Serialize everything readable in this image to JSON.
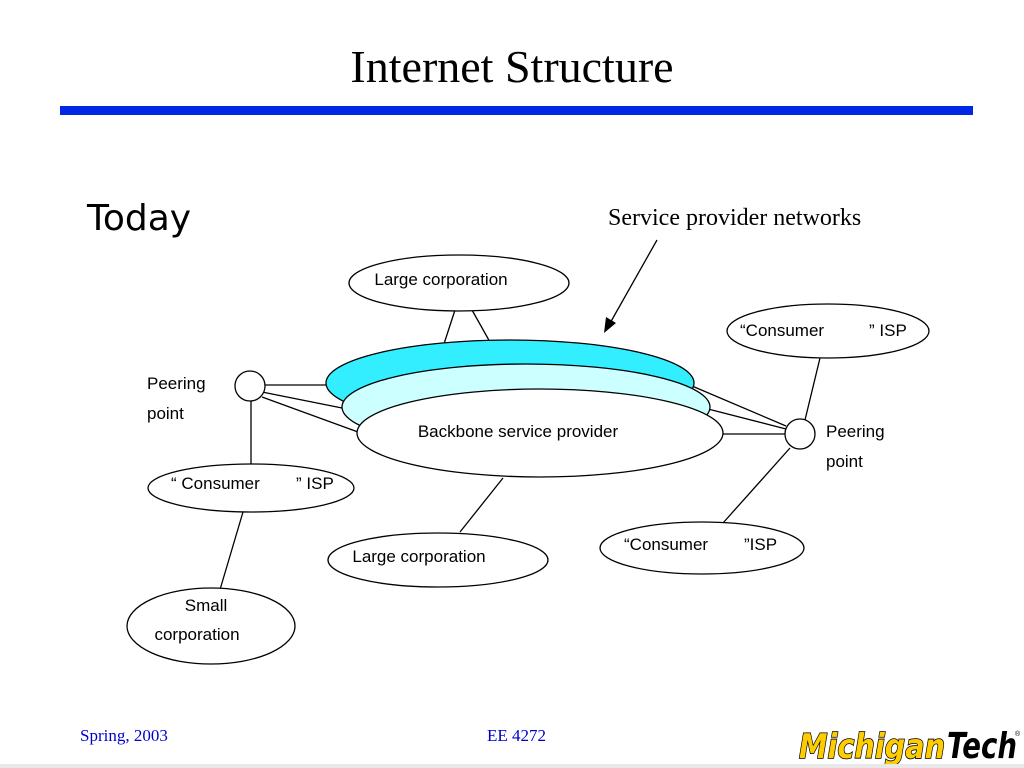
{
  "slide": {
    "title": "Internet Structure",
    "subtitle": "Today",
    "caption": "Service provider networks"
  },
  "nodes": {
    "large_corp_top": "Large corporation",
    "consumer_isp_right_top": [
      "“Consumer",
      "” ISP"
    ],
    "peering_left": [
      "Peering",
      "point"
    ],
    "backbone": "Backbone service provider",
    "peering_right": [
      "Peering",
      "point"
    ],
    "consumer_isp_left": [
      "“ Consumer",
      "” ISP"
    ],
    "consumer_isp_right_bottom": [
      "“Consumer",
      "”ISP"
    ],
    "large_corp_bottom": "Large corporation",
    "small_corp": [
      "Small",
      "corporation"
    ]
  },
  "footer": {
    "left": "Spring, 2003",
    "center": "EE 4272",
    "logo_part1": "Michigan",
    "logo_part2": "Tech"
  },
  "colors": {
    "rule": "#0026e6",
    "ellipse_top": "#33eeff",
    "ellipse_middle": "#ccffff",
    "footer_text": "#0000cc",
    "logo_fill": "#ffcc00"
  }
}
